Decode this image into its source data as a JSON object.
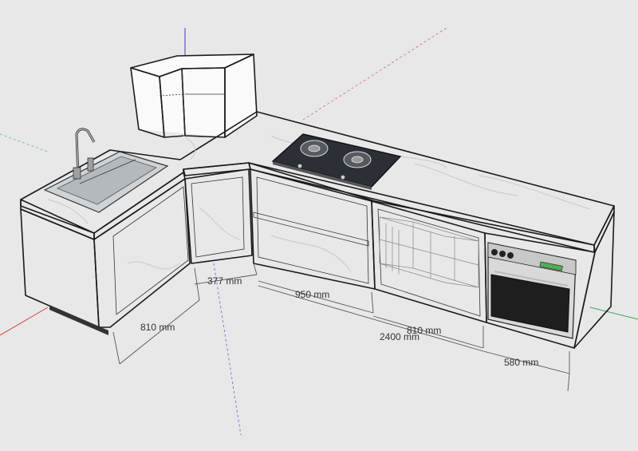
{
  "dimensions": {
    "sink_cabinet_depth": "810 mm",
    "corner_opening": "377 mm",
    "open_shelf_width": "950 mm",
    "basket_cabinet_width": "810 mm",
    "total_run_length": "2400 mm",
    "oven_cabinet_width": "580 mm"
  },
  "colors": {
    "background": "#e8e8e8",
    "countertop": "#f4f4f4",
    "cabinet": "#fafafa",
    "axis_red": "#d23a3a",
    "axis_green": "#3aa65a",
    "axis_blue": "#3a3ad2",
    "hob_glass": "#2c2f36",
    "oven_glass": "#1e1e1e",
    "oven_display": "#4caf50"
  },
  "icons": [
    "faucet-icon",
    "burner-icon",
    "oven-knob-icon"
  ]
}
